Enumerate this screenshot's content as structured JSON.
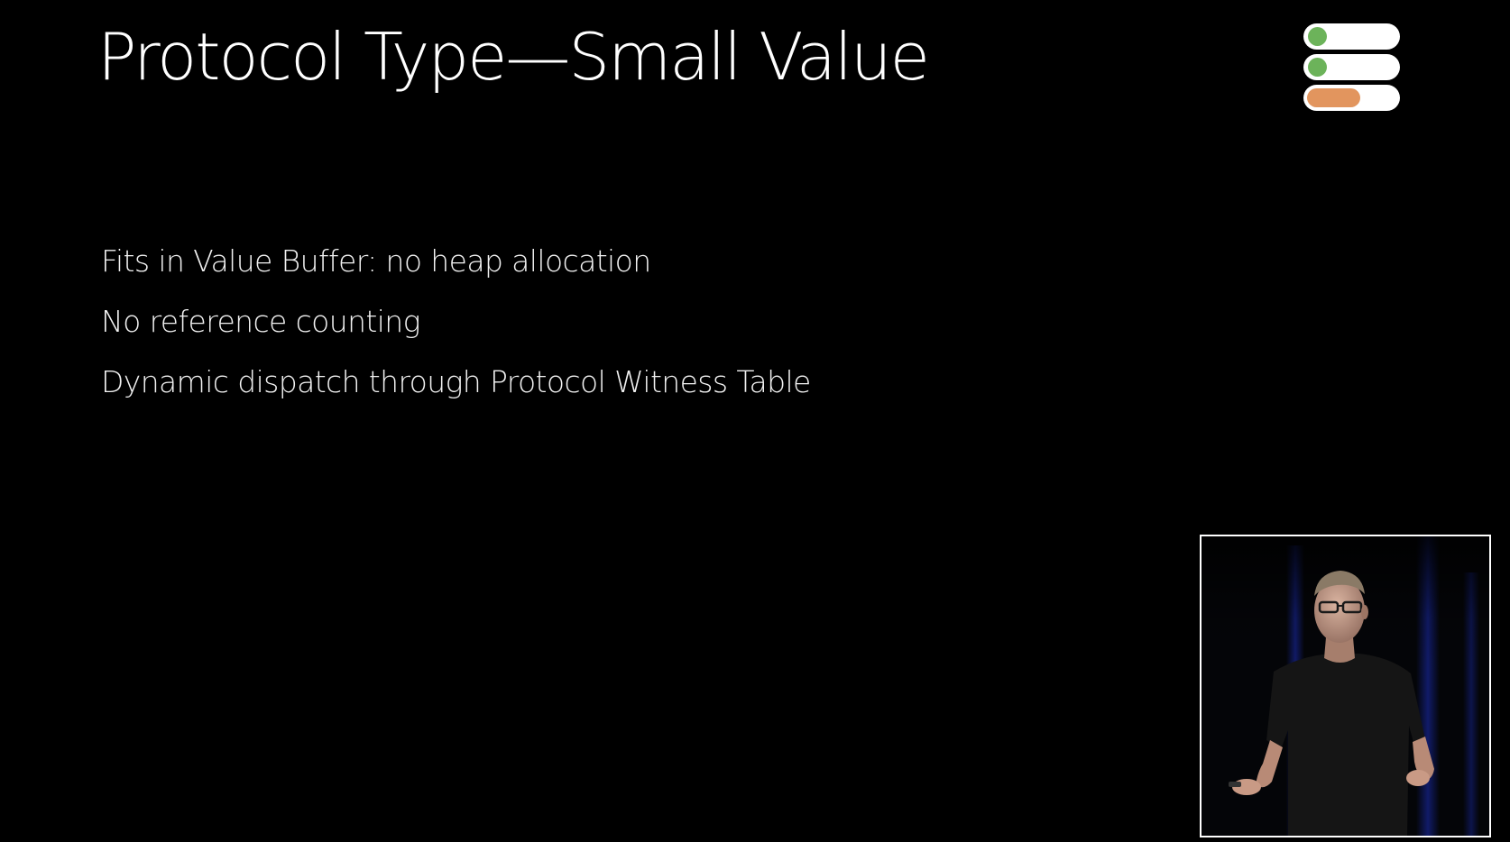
{
  "slide": {
    "title": "Protocol Type—Small Value",
    "bullets": [
      "Fits in Value Buffer: no heap allocation",
      "No reference counting",
      "Dynamic dispatch through Protocol Witness Table"
    ]
  },
  "indicator": {
    "rows": [
      {
        "kind": "dot",
        "color": "#6cb35a"
      },
      {
        "kind": "dot",
        "color": "#6cb35a"
      },
      {
        "kind": "bar",
        "color": "#e2955e",
        "level": 0.6
      }
    ]
  },
  "colors": {
    "background": "#000000",
    "text": "#ffffff",
    "stage_light": "#1b2db8"
  }
}
